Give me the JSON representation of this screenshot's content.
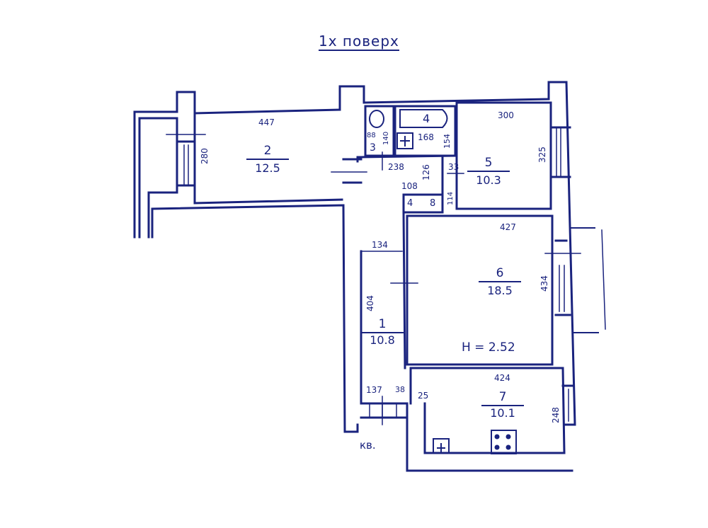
{
  "title": "1x поверх",
  "colors": {
    "ink": "#1a237e",
    "background": "#ffffff"
  },
  "rooms": [
    {
      "id": "1",
      "number": "1",
      "area": "10.8",
      "dims": {
        "width": "134",
        "length": "404"
      }
    },
    {
      "id": "2",
      "number": "2",
      "area": "12.5",
      "dims": {
        "width": "447",
        "length": "280"
      }
    },
    {
      "id": "3",
      "number": "3",
      "area": "",
      "dims": {
        "width": "88",
        "length": "140"
      }
    },
    {
      "id": "4",
      "number": "4",
      "area": "",
      "dims": {
        "width": "168",
        "length": "154"
      }
    },
    {
      "id": "5",
      "number": "5",
      "area": "10.3",
      "dims": {
        "width": "300",
        "length": "325"
      }
    },
    {
      "id": "6",
      "number": "6",
      "area": "18.5",
      "dims": {
        "width": "427",
        "length": "434"
      }
    },
    {
      "id": "7",
      "number": "7",
      "area": "10.1",
      "dims": {
        "width": "424",
        "length": "248"
      }
    },
    {
      "id": "8",
      "number": "8",
      "area": "",
      "dims": {}
    }
  ],
  "closet_label": "4",
  "dimensions": {
    "corridor_top": "238",
    "corridor_v": "126",
    "corridor_small": "33",
    "closet_width": "108",
    "closet_length": "114",
    "entry_137": "137",
    "entry_38": "38",
    "entry_25": "25"
  },
  "ceiling_height": "H = 2.52",
  "apartment_label": "кв."
}
